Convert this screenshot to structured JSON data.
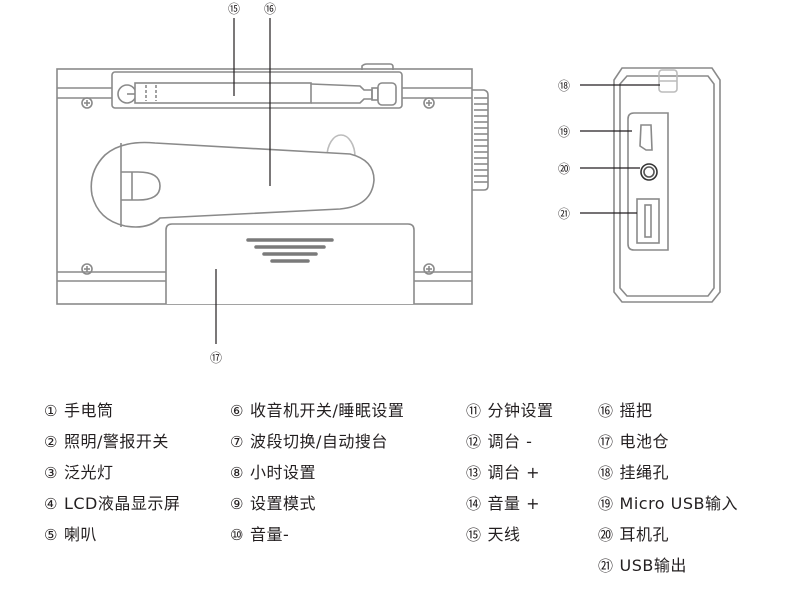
{
  "diagram": {
    "title": "收音机背面与侧面部件示意图",
    "callouts": [
      {
        "num": "⑮",
        "target": "antenna"
      },
      {
        "num": "⑯",
        "target": "hand-crank"
      },
      {
        "num": "⑰",
        "target": "battery-compartment"
      },
      {
        "num": "⑱",
        "target": "lanyard-hole"
      },
      {
        "num": "⑲",
        "target": "micro-usb-port"
      },
      {
        "num": "⑳",
        "target": "headphone-jack"
      },
      {
        "num": "㉑",
        "target": "usb-output-port"
      }
    ]
  },
  "legend": {
    "columns": [
      [
        {
          "num": "①",
          "label": "手电筒"
        },
        {
          "num": "②",
          "label": "照明/警报开关"
        },
        {
          "num": "③",
          "label": "泛光灯"
        },
        {
          "num": "④",
          "label": "LCD液晶显示屏"
        },
        {
          "num": "⑤",
          "label": "喇叭"
        }
      ],
      [
        {
          "num": "⑥",
          "label": "收音机开关/睡眠设置"
        },
        {
          "num": "⑦",
          "label": "波段切换/自动搜台"
        },
        {
          "num": "⑧",
          "label": "小时设置"
        },
        {
          "num": "⑨",
          "label": "设置模式"
        },
        {
          "num": "⑩",
          "label": "音量-"
        }
      ],
      [
        {
          "num": "⑪",
          "label": "分钟设置"
        },
        {
          "num": "⑫",
          "label": "调台 -"
        },
        {
          "num": "⑬",
          "label": "调台 +"
        },
        {
          "num": "⑭",
          "label": "音量 +"
        },
        {
          "num": "⑮",
          "label": "天线"
        }
      ],
      [
        {
          "num": "⑯",
          "label": "摇把"
        },
        {
          "num": "⑰",
          "label": "电池仓"
        },
        {
          "num": "⑱",
          "label": "挂绳孔"
        },
        {
          "num": "⑲",
          "label": "Micro USB输入"
        },
        {
          "num": "⑳",
          "label": "耳机孔"
        },
        {
          "num": "㉑",
          "label": "USB输出"
        }
      ]
    ]
  }
}
